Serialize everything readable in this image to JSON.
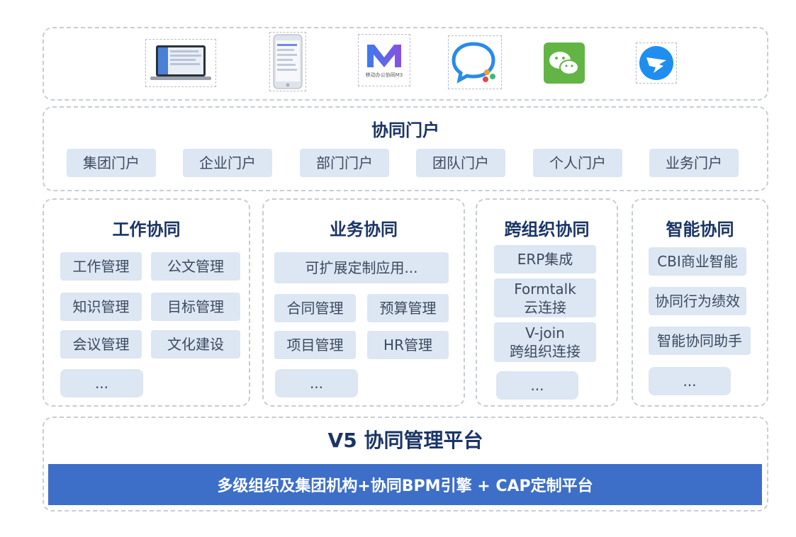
{
  "icons": [
    {
      "name": "laptop-icon"
    },
    {
      "name": "phone-icon"
    },
    {
      "name": "m3-app-icon",
      "caption": "移动办公协同M3"
    },
    {
      "name": "dingtalk-chat-icon"
    },
    {
      "name": "wechat-icon"
    },
    {
      "name": "dingding-icon"
    }
  ],
  "portal": {
    "title": "协同门户",
    "items": [
      "集团门户",
      "企业门户",
      "部门门户",
      "团队门户",
      "个人门户",
      "业务门户"
    ]
  },
  "work": {
    "title": "工作协同",
    "items": [
      "工作管理",
      "公文管理",
      "知识管理",
      "目标管理",
      "会议管理",
      "文化建设",
      "..."
    ]
  },
  "business": {
    "title": "业务协同",
    "wide": "可扩展定制应用...",
    "items": [
      "合同管理",
      "预算管理",
      "项目管理",
      "HR管理",
      "..."
    ]
  },
  "cross": {
    "title": "跨组织协同",
    "items": [
      "ERP集成",
      "Formtalk\n云连接",
      "V-join\n跨组织连接",
      "..."
    ]
  },
  "smart": {
    "title": "智能协同",
    "items": [
      "CBI商业智能",
      "协同行为绩效",
      "智能协同助手",
      "..."
    ]
  },
  "platform": {
    "title": "V5 协同管理平台",
    "bar": "多级组织及集团机构+协同BPM引擎 + CAP定制平台"
  },
  "colors": {
    "accent": "#3d6fc8",
    "chip": "#dde6f3",
    "title": "#1a3466"
  }
}
